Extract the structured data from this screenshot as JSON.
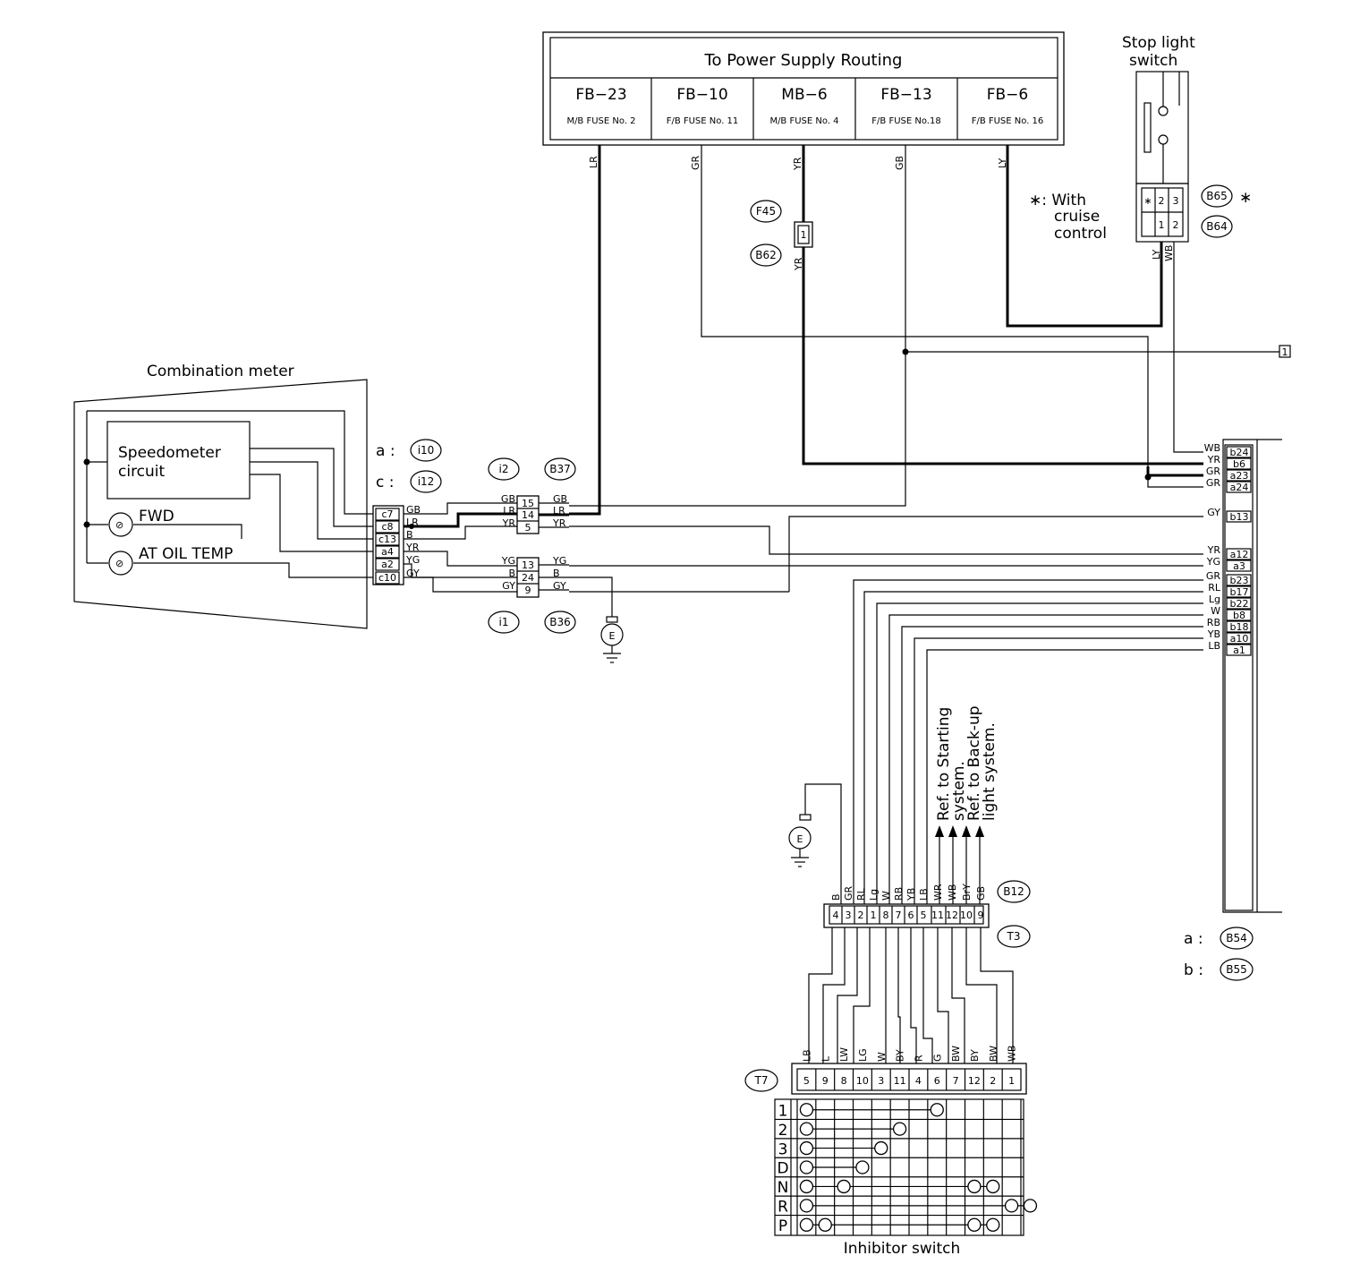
{
  "power_supply": {
    "title": "To Power Supply Routing",
    "fuses": [
      {
        "name": "FB−23",
        "sub": "M/B FUSE No. 2",
        "wire": "LR"
      },
      {
        "name": "FB−10",
        "sub": "F/B FUSE No. 11",
        "wire": "GR"
      },
      {
        "name": "MB−6",
        "sub": "M/B FUSE No. 4",
        "wire": "YR"
      },
      {
        "name": "FB−13",
        "sub": "F/B FUSE No.18",
        "wire": "GB"
      },
      {
        "name": "FB−6",
        "sub": "F/B FUSE No. 16",
        "wire": "LY"
      }
    ]
  },
  "stop_light": {
    "title_1": "Stop light",
    "title_2": "switch",
    "note_1": "∗: With",
    "note_2": "cruise",
    "note_3": "control",
    "star": "∗",
    "pins": [
      "∗",
      "2",
      "3",
      "1",
      "2"
    ],
    "wires": [
      "LY",
      "WB"
    ]
  },
  "connectors": {
    "F45": "F45",
    "B62": "B62",
    "B65": "B65",
    "B64": "B64",
    "i10": "i10",
    "i12": "i12",
    "i2": "i2",
    "B37": "B37",
    "i1": "i1",
    "B36": "B36",
    "B12": "B12",
    "T3": "T3",
    "T7": "T7",
    "B54": "B54",
    "B55": "B55"
  },
  "fuse_pin": "1",
  "junction_ref": "1",
  "ground_label": "E",
  "meter": {
    "title": "Combination meter",
    "speedo_1": "Speedometer",
    "speedo_2": "circuit",
    "fwd": "FWD",
    "oil": "AT OIL TEMP",
    "key_a": "a :",
    "key_c": "c :",
    "pins": [
      "c7",
      "c8",
      "c13",
      "a4",
      "a2",
      "c10"
    ],
    "wires": [
      "GB",
      "LR",
      "B",
      "YR",
      "YG",
      "GY"
    ]
  },
  "i2_conn": {
    "pins": [
      "15",
      "14",
      "5"
    ],
    "left": [
      "GB",
      "LR",
      "YR"
    ],
    "right": [
      "GB",
      "LR",
      "YR"
    ]
  },
  "i1_conn": {
    "pins": [
      "13",
      "24",
      "9"
    ],
    "left": [
      "YG",
      "B",
      "GY"
    ],
    "right": [
      "YG",
      "B",
      "GY"
    ]
  },
  "tcm": {
    "rows": [
      {
        "wire": "WB",
        "pin": "b24"
      },
      {
        "wire": "YR",
        "pin": "b6"
      },
      {
        "wire": "GR",
        "pin": "a23"
      },
      {
        "wire": "GR",
        "pin": "a24"
      },
      {
        "wire": "GY",
        "pin": "b13"
      },
      {
        "wire": "YR",
        "pin": "a12"
      },
      {
        "wire": "YG",
        "pin": "a3"
      },
      {
        "wire": "GR",
        "pin": "b23"
      },
      {
        "wire": "RL",
        "pin": "b17"
      },
      {
        "wire": "Lg",
        "pin": "b22"
      },
      {
        "wire": "W",
        "pin": "b8"
      },
      {
        "wire": "RB",
        "pin": "b18"
      },
      {
        "wire": "YB",
        "pin": "a10"
      },
      {
        "wire": "LB",
        "pin": "a1"
      }
    ],
    "key_a": "a :",
    "key_b": "b :"
  },
  "b12": {
    "wires": [
      "B",
      "GR",
      "RL",
      "Lg",
      "W",
      "RB",
      "YB",
      "LB",
      "WR",
      "WB",
      "BrY",
      "GB"
    ],
    "pins": [
      "4",
      "3",
      "2",
      "1",
      "8",
      "7",
      "6",
      "5",
      "11",
      "12",
      "10",
      "9"
    ]
  },
  "refs": {
    "starting_1": "Ref. to Starting",
    "starting_2": "system.",
    "backup_1": "Ref. to Back-up",
    "backup_2": "light system."
  },
  "t7": {
    "wires": [
      "LB",
      "L",
      "LW",
      "LG",
      "W",
      "BY",
      "R",
      "G",
      "BW",
      "BY",
      "BW",
      "WB"
    ],
    "pins": [
      "5",
      "9",
      "8",
      "10",
      "3",
      "11",
      "4",
      "6",
      "7",
      "12",
      "2",
      "1"
    ]
  },
  "inhibitor": {
    "title": "Inhibitor switch",
    "positions": [
      "1",
      "2",
      "3",
      "D",
      "N",
      "R",
      "P"
    ],
    "dots": [
      [
        0,
        7
      ],
      [
        0,
        5
      ],
      [
        0,
        4
      ],
      [
        0,
        3
      ],
      [
        0,
        2,
        9,
        10
      ],
      [
        0,
        11,
        12
      ],
      [
        0,
        1,
        9,
        10
      ]
    ]
  }
}
